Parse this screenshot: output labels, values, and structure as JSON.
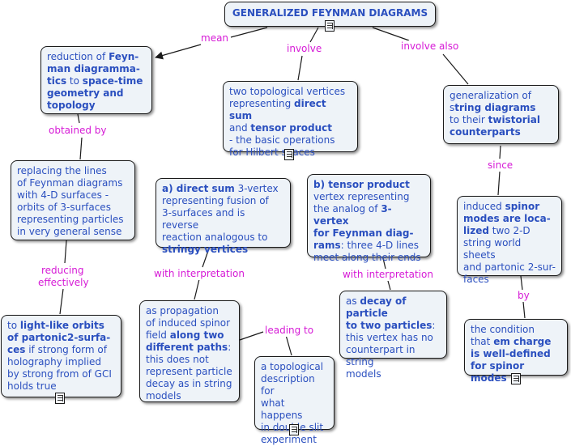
{
  "title": "GENERALIZED FEYNMAN DIAGRAMS",
  "nodes": {
    "mean_node": [
      {
        "t": "reduction of "
      },
      {
        "t": "Feyn-",
        "b": true
      },
      {
        "br": true
      },
      {
        "t": "man diagramma-",
        "b": true
      },
      {
        "br": true
      },
      {
        "t": "tics",
        "b": true
      },
      {
        "t": " to "
      },
      {
        "t": "space-time",
        "b": true
      },
      {
        "br": true
      },
      {
        "t": "geometry and",
        "b": true
      },
      {
        "br": true
      },
      {
        "t": "topology",
        "b": true
      }
    ],
    "involve_node": [
      {
        "t": "two topological vertices"
      },
      {
        "br": true
      },
      {
        "t": "representing "
      },
      {
        "t": "direct sum",
        "b": true
      },
      {
        "br": true
      },
      {
        "t": "and "
      },
      {
        "t": "tensor product",
        "b": true
      },
      {
        "br": true
      },
      {
        "t": "- the basic  operations"
      },
      {
        "br": true
      },
      {
        "t": "for Hilbert  spaces"
      }
    ],
    "involve_also_node": [
      {
        "t": "generalization of"
      },
      {
        "br": true
      },
      {
        "t": "s"
      },
      {
        "t": "tring diagrams",
        "b": true
      },
      {
        "br": true
      },
      {
        "t": "to their "
      },
      {
        "t": "twistorial",
        "b": true
      },
      {
        "br": true
      },
      {
        "t": "counterparts",
        "b": true
      }
    ],
    "replacing_node": [
      {
        "t": "replacing the lines"
      },
      {
        "br": true
      },
      {
        "t": "of Feynman diagrams"
      },
      {
        "br": true
      },
      {
        "t": "with 4-D surfaces -"
      },
      {
        "br": true
      },
      {
        "t": "orbits of 3-surfaces"
      },
      {
        "br": true
      },
      {
        "t": "representing particles"
      },
      {
        "br": true
      },
      {
        "t": "in very  general sense"
      }
    ],
    "direct_sum_node": [
      {
        "t": "a) direct sum",
        "b": true
      },
      {
        "t": " 3-vertex"
      },
      {
        "br": true
      },
      {
        "t": "representing fusion of"
      },
      {
        "br": true
      },
      {
        "t": "3-surfaces and is reverse"
      },
      {
        "br": true
      },
      {
        "t": "reaction analogous to"
      },
      {
        "br": true
      },
      {
        "t": "stringy vertices",
        "b": true
      }
    ],
    "tensor_node": [
      {
        "t": "b) tensor product",
        "b": true
      },
      {
        "br": true
      },
      {
        "t": "vertex representing"
      },
      {
        "br": true
      },
      {
        "t": "the analog of "
      },
      {
        "t": "3-vertex",
        "b": true
      },
      {
        "br": true
      },
      {
        "t": "for Feynman diag-",
        "b": true
      },
      {
        "br": true
      },
      {
        "t": "rams",
        "b": true
      },
      {
        "t": ": three 4-D lines"
      },
      {
        "br": true
      },
      {
        "t": "meet along their ends"
      }
    ],
    "spinor_node": [
      {
        "t": "induced "
      },
      {
        "t": "spinor",
        "b": true
      },
      {
        "br": true
      },
      {
        "t": "modes are loca-",
        "b": true
      },
      {
        "br": true
      },
      {
        "t": "lized",
        "b": true
      },
      {
        "t": " two 2-D"
      },
      {
        "br": true
      },
      {
        "t": "string world sheets"
      },
      {
        "br": true
      },
      {
        "t": "and partonic 2-sur-"
      },
      {
        "br": true
      },
      {
        "t": "faces"
      }
    ],
    "lightlike_node": [
      {
        "t": "to "
      },
      {
        "t": "light-like orbits",
        "b": true
      },
      {
        "br": true
      },
      {
        "t": "of partonic2-surfa-",
        "b": true
      },
      {
        "br": true
      },
      {
        "t": "ces",
        "b": true
      },
      {
        "t": " if strong form of"
      },
      {
        "br": true
      },
      {
        "t": "holography implied"
      },
      {
        "br": true
      },
      {
        "t": "by strong from of GCI"
      },
      {
        "br": true
      },
      {
        "t": "holds true"
      }
    ],
    "propagation_node": [
      {
        "t": "as propagation"
      },
      {
        "br": true
      },
      {
        "t": "of  induced spinor"
      },
      {
        "br": true
      },
      {
        "t": "field "
      },
      {
        "t": "along two",
        "b": true
      },
      {
        "br": true
      },
      {
        "t": "different paths",
        "b": true
      },
      {
        "t": ":"
      },
      {
        "br": true
      },
      {
        "t": "this does not"
      },
      {
        "br": true
      },
      {
        "t": "represent particle"
      },
      {
        "br": true
      },
      {
        "t": "decay as in string"
      },
      {
        "br": true
      },
      {
        "t": "models"
      }
    ],
    "decay_node": [
      {
        "t": "as "
      },
      {
        "t": "decay of particle",
        "b": true
      },
      {
        "br": true
      },
      {
        "t": "to two particles",
        "b": true
      },
      {
        "t": ":"
      },
      {
        "br": true
      },
      {
        "t": "this vertex has no"
      },
      {
        "br": true
      },
      {
        "t": "counterpart in string"
      },
      {
        "br": true
      },
      {
        "t": "models"
      }
    ],
    "topological_node": [
      {
        "t": "a topological"
      },
      {
        "br": true
      },
      {
        "t": "description for"
      },
      {
        "br": true
      },
      {
        "t": "what happens"
      },
      {
        "br": true
      },
      {
        "t": "in  double slit"
      },
      {
        "br": true
      },
      {
        "t": "experiment"
      }
    ],
    "em_charge_node": [
      {
        "t": "the condition"
      },
      {
        "br": true
      },
      {
        "t": "that "
      },
      {
        "t": "em charge",
        "b": true
      },
      {
        "br": true
      },
      {
        "t": "is well-defined",
        "b": true
      },
      {
        "br": true
      },
      {
        "t": "for spinor modes",
        "b": true
      }
    ]
  },
  "labels": {
    "mean": "mean",
    "involve": "involve",
    "involve_also": "involve also",
    "obtained_by": "obtained  by",
    "reducing": "reducing",
    "effectively": "effectively",
    "since": "since",
    "with_interpretation_1": "with interpretation",
    "with_interpretation_2": "with interpretation",
    "leading_to": "leading to",
    "by": "by"
  },
  "colors": {
    "node_text": "#2a4fbf",
    "link_label": "#d61ad6",
    "node_fill": "#eef3f8",
    "border": "#1a1a1a"
  }
}
